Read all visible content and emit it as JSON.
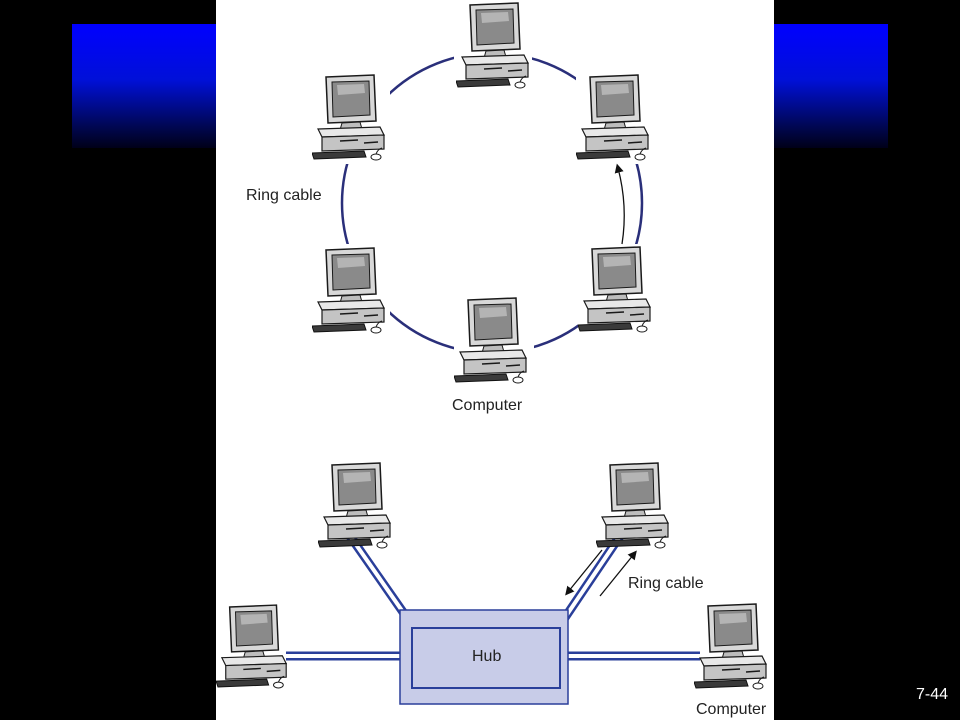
{
  "slide": {
    "number": "7-44",
    "accent_color": "#0000ff"
  },
  "ring_diagram": {
    "ring_cable_label": "Ring cable",
    "computer_label": "Computer",
    "computer_count": 6,
    "cable_color": "#2a2f7a"
  },
  "hub_diagram": {
    "hub_label": "Hub",
    "ring_cable_label": "Ring cable",
    "computer_label": "Computer",
    "computer_count": 4,
    "hub_fill": "#c8cce8",
    "cable_color": "#2a3f9a"
  }
}
